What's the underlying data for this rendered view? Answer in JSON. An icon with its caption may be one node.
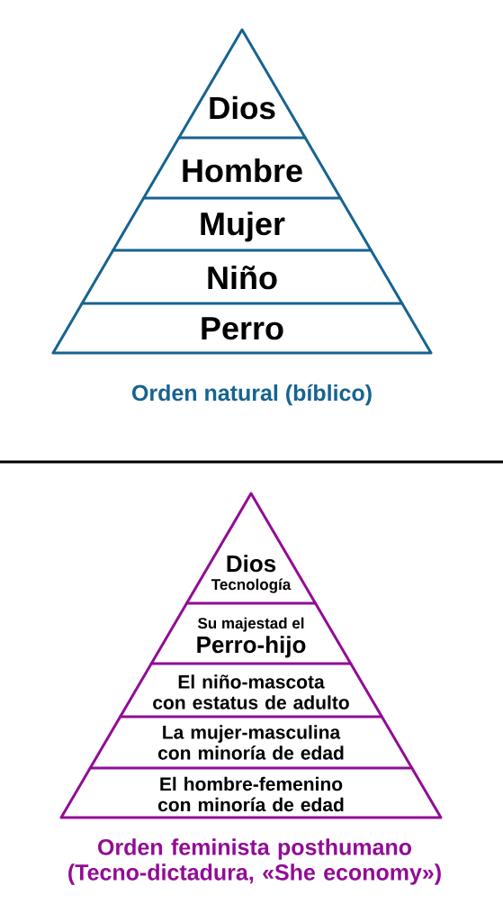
{
  "diagram": {
    "nodes": [
      {
        "text": [
          "Dios"
        ]
      },
      {
        "text": [
          "Hombre"
        ]
      },
      {
        "text": [
          "Mujer"
        ]
      },
      {
        "text": [
          "Niño"
        ]
      },
      {
        "text": [
          "Perro"
        ]
      },
      {
        "text": [
          "Dios",
          "Tecnología"
        ]
      },
      {
        "text": [
          "Su majestad el",
          "Perro-hijo"
        ]
      },
      {
        "text": [
          "El niño-mascota con estatus de adulto"
        ]
      },
      {
        "text": [
          "La mujer-masculina con minoría de edad"
        ]
      },
      {
        "text": [
          "El hombre-femenino con minoría de edad"
        ]
      }
    ],
    "labels": [
      "Orden natural (bíblico)",
      "Orden feminista posthumano (Tecno-dictadura, «She economy»)"
    ]
  }
}
